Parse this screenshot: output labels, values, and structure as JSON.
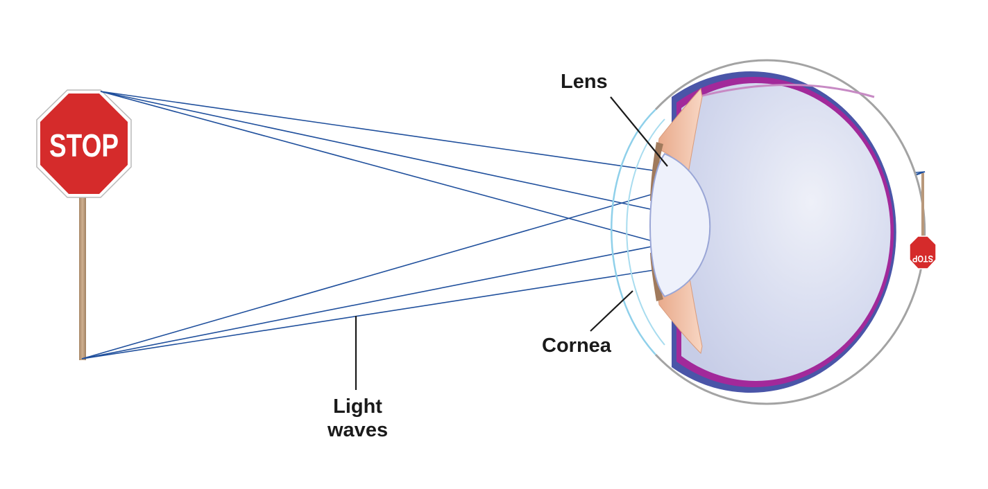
{
  "labels": {
    "lens": "Lens",
    "cornea": "Cornea",
    "light_waves_line1": "Light",
    "light_waves_line2": "waves"
  },
  "sign": {
    "text": "STOP"
  },
  "retinal_image": {
    "text": "STOP",
    "orientation": "inverted"
  },
  "colors": {
    "light_ray": "#1f4f9c",
    "stop_sign_red": "#d52b2b",
    "sign_post": "#b8987a",
    "eyeball_fill": "#d9def0",
    "retina": "#a2299a",
    "choroid": "#4a55a8",
    "sclera_outline": "#9a9a9a",
    "cornea": "#8fd0ea",
    "iris_ciliary": "#f2c2a8",
    "iris_dark": "#a07a5c"
  }
}
